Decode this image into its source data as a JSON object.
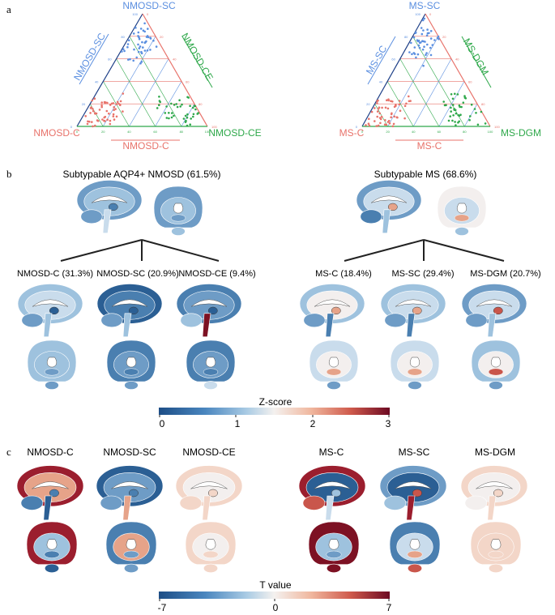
{
  "panel_labels": {
    "a": "a",
    "b": "b",
    "c": "c"
  },
  "colors": {
    "blue": "#5b8fe0",
    "red": "#e8736b",
    "green": "#2ea84a",
    "navy": "#1d3f87",
    "cool_dark": "#2b5f94",
    "cool_mid": "#8fb8d9",
    "neutral": "#f5f0ee",
    "warm_mid": "#e6a389",
    "warm_dark": "#7d1123"
  },
  "ternary": [
    {
      "top": "NMOSD-SC",
      "left": "NMOSD-C",
      "right": "NMOSD-CE",
      "side_left": "NMOSD-SC",
      "side_right": "NMOSD-CE",
      "side_bottom": "NMOSD-C",
      "ticks": [
        "0",
        "20",
        "40",
        "60",
        "80",
        "100"
      ]
    },
    {
      "top": "MS-SC",
      "left": "MS-C",
      "right": "MS-DGM",
      "side_left": "MS-SC",
      "side_right": "MS-DGM",
      "side_bottom": "MS-C",
      "ticks": [
        "0",
        "20",
        "40",
        "60",
        "80",
        "100"
      ]
    }
  ],
  "panel_b": {
    "left_title": "Subtypable AQP4+ NMOSD (61.5%)",
    "right_title": "Subtypable MS (68.6%)",
    "left_subtypes": [
      "NMOSD-C (31.3%)",
      "NMOSD-SC (20.9%)",
      "NMOSD-CE (9.4%)"
    ],
    "right_subtypes": [
      "MS-C (18.4%)",
      "MS-SC (29.4%)",
      "MS-DGM (20.7%)"
    ],
    "colorbar": {
      "title": "Z-score",
      "ticks": [
        "0",
        "1",
        "2",
        "3"
      ]
    }
  },
  "panel_c": {
    "titles": [
      "NMOSD-C",
      "NMOSD-SC",
      "NMOSD-CE",
      "MS-C",
      "MS-SC",
      "MS-DGM"
    ],
    "colorbar": {
      "title": "T value",
      "ticks": [
        "-7",
        "0",
        "7"
      ]
    }
  }
}
